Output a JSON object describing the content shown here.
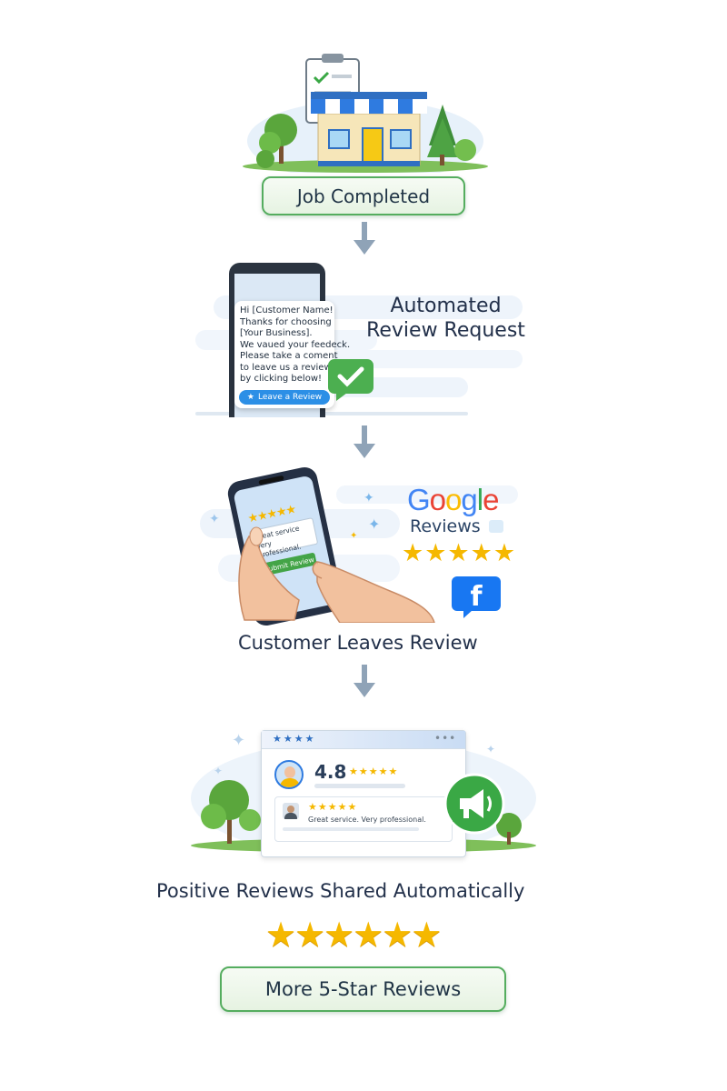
{
  "steps": {
    "job": {
      "label": "Job Completed"
    },
    "request": {
      "title_line1": "Automated",
      "title_line2": "Review Request",
      "message": [
        "Hi [Customer Name!",
        "Thanks for choosing",
        "[Your Business].",
        "We vaued your feedeck.",
        "Please take a coment",
        "to leave us a review",
        "by clicking below!"
      ],
      "button_label": "Leave a Review"
    },
    "customer": {
      "title": "Customer Leaves Review",
      "phone_review_line1": "Great service",
      "phone_review_line2": "Very professional.",
      "submit_label": "Submit Review",
      "google_wordmark": "Google",
      "reviews_label": "Reviews",
      "rating_stars": 5
    },
    "shared": {
      "title": "Positive Reviews Shared Automatically",
      "rating_value": "4.8",
      "review_text": "Great service. Very professional.",
      "header_stars": 4,
      "rating_stars": 5
    }
  },
  "result": {
    "stars": 6,
    "label": "More 5-Star Reviews"
  },
  "colors": {
    "accent_green": "#4caf50",
    "arrow": "#8fa3b7",
    "star": "#f5b800",
    "blue": "#1e88e5",
    "facebook": "#1877f2"
  }
}
